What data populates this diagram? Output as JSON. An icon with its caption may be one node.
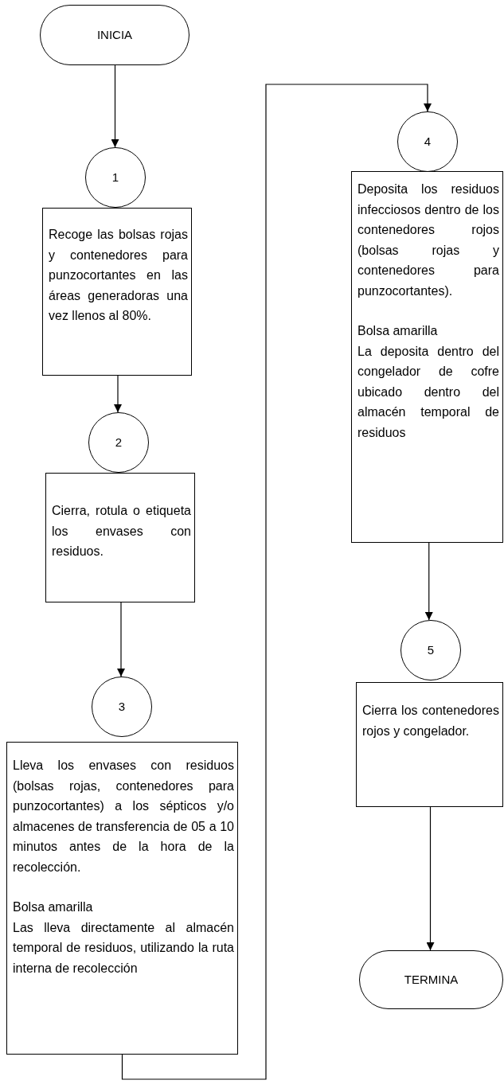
{
  "diagram": {
    "nodes": [
      {
        "text": [
          "INICIA"
        ]
      },
      {
        "text": [
          "1"
        ]
      },
      {
        "text": [
          "Recoge las bolsas rojas y contenedores para punzocortantes en las áreas generadoras una vez llenos al 80%."
        ]
      },
      {
        "text": [
          "2"
        ]
      },
      {
        "text": [
          "Cierra, rotula o etiqueta los envases con residuos."
        ]
      },
      {
        "text": [
          "3"
        ]
      },
      {
        "text": [
          "Lleva los envases con residuos (bolsas rojas, contenedores para punzocortantes) a los sépticos y/o almacenes de transferencia de 05 a 10 minutos antes de la hora de la recolección.",
          "Bolsa amarilla",
          "Las lleva directamente al almacén temporal de residuos, utilizando la ruta interna de recolección"
        ]
      },
      {
        "text": [
          "4"
        ]
      },
      {
        "text": [
          "Deposita los residuos infecciosos dentro de los contenedores rojos (bolsas rojas y contenedores para punzocortantes).",
          "Bolsa amarilla",
          "La deposita dentro del congelador de cofre ubicado dentro del almacén temporal de residuos"
        ]
      },
      {
        "text": [
          "5"
        ]
      },
      {
        "text": [
          "Cierra los contenedores rojos y congelador."
        ]
      },
      {
        "text": [
          "TERMINA"
        ]
      }
    ],
    "edges": [
      {
        "from": 0,
        "to": 1,
        "arrow": "to"
      },
      {
        "from": 2,
        "to": 3,
        "arrow": "to"
      },
      {
        "from": 4,
        "to": 5,
        "arrow": "to"
      },
      {
        "from": 6,
        "to": 7,
        "arrow": "to"
      },
      {
        "from": 8,
        "to": 9,
        "arrow": "to"
      },
      {
        "from": 10,
        "to": 11,
        "arrow": "to"
      }
    ]
  }
}
